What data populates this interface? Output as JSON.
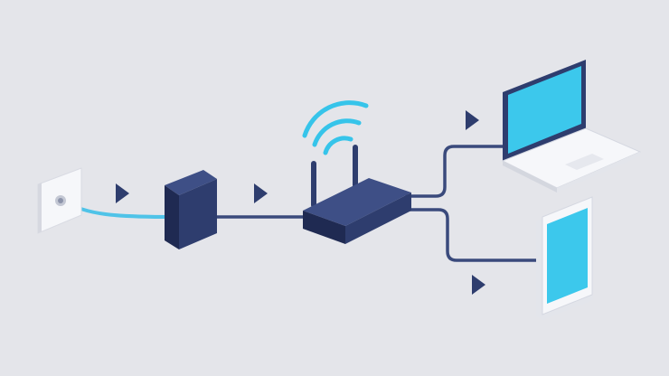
{
  "diagram": {
    "nodes": [
      {
        "id": "wall-outlet",
        "icon": "wall-outlet-icon"
      },
      {
        "id": "modem",
        "icon": "modem-icon"
      },
      {
        "id": "router",
        "icon": "wifi-router-icon"
      },
      {
        "id": "laptop",
        "icon": "laptop-icon"
      },
      {
        "id": "tablet",
        "icon": "tablet-icon"
      }
    ],
    "links": [
      {
        "from": "wall-outlet",
        "to": "modem",
        "cable": "fiber"
      },
      {
        "from": "modem",
        "to": "router",
        "cable": "ethernet"
      },
      {
        "from": "router",
        "to": "laptop",
        "cable": "ethernet"
      },
      {
        "from": "router",
        "to": "tablet",
        "cable": "ethernet"
      }
    ],
    "wireless_signal": {
      "source": "router",
      "icon": "wifi-signal-icon"
    },
    "flow_markers": [
      "arrow-icon",
      "arrow-icon",
      "arrow-icon",
      "arrow-icon"
    ]
  },
  "colors": {
    "background": "#e4e5ea",
    "device_navy": "#2e3d6e",
    "device_navy_dark": "#1f2a52",
    "device_navy_light": "#3e4f86",
    "cable": "#3a4a7c",
    "fiber_cable": "#4fc3e8",
    "screen_cyan": "#3cc8ec",
    "wifi_cyan": "#36c4ea",
    "device_white": "#f6f7fa"
  }
}
